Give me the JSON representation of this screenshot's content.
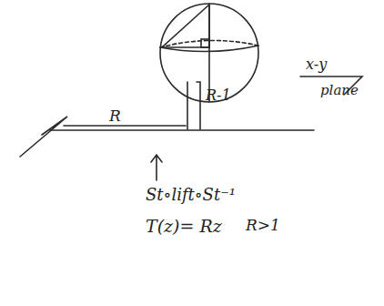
{
  "diagram": {
    "labels": [
      "R-1",
      "R",
      "x-y",
      "plane",
      "St∘lift∘St⁻¹",
      "T(z)= Rz",
      "R>1"
    ]
  }
}
